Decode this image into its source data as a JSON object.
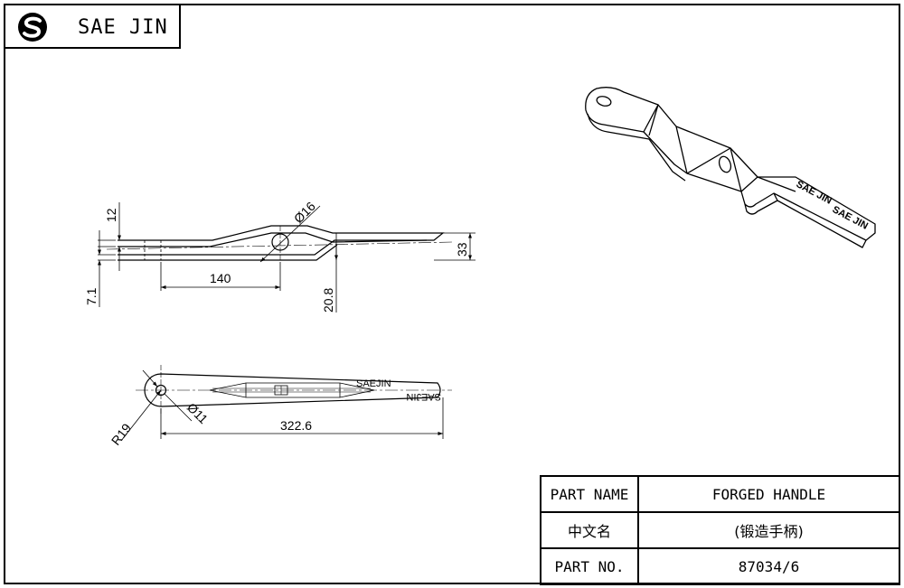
{
  "brand": {
    "name": "SAE JIN"
  },
  "drawing": {
    "side_view": {
      "dims": {
        "d12": "12",
        "d16": "Ø16",
        "d33": "33",
        "d140": "140",
        "d7_1": "7.1",
        "d20_8": "20.8"
      }
    },
    "top_view": {
      "dims": {
        "r19": "R19",
        "d11": "Ø11",
        "d322_6": "322.6"
      },
      "engrave_1": "SAEJIN",
      "engrave_2": "SAEJIN"
    },
    "iso_view": {
      "engrave_1": "SAE JIN",
      "engrave_2": "SAE JIN"
    }
  },
  "title_block": {
    "rows": [
      {
        "label": "PART NAME",
        "value": "FORGED HANDLE"
      },
      {
        "label": "中文名",
        "value": "(锻造手柄)"
      },
      {
        "label": "PART NO.",
        "value": "87034/6"
      }
    ]
  },
  "colors": {
    "line": "#000000",
    "background": "#ffffff"
  }
}
